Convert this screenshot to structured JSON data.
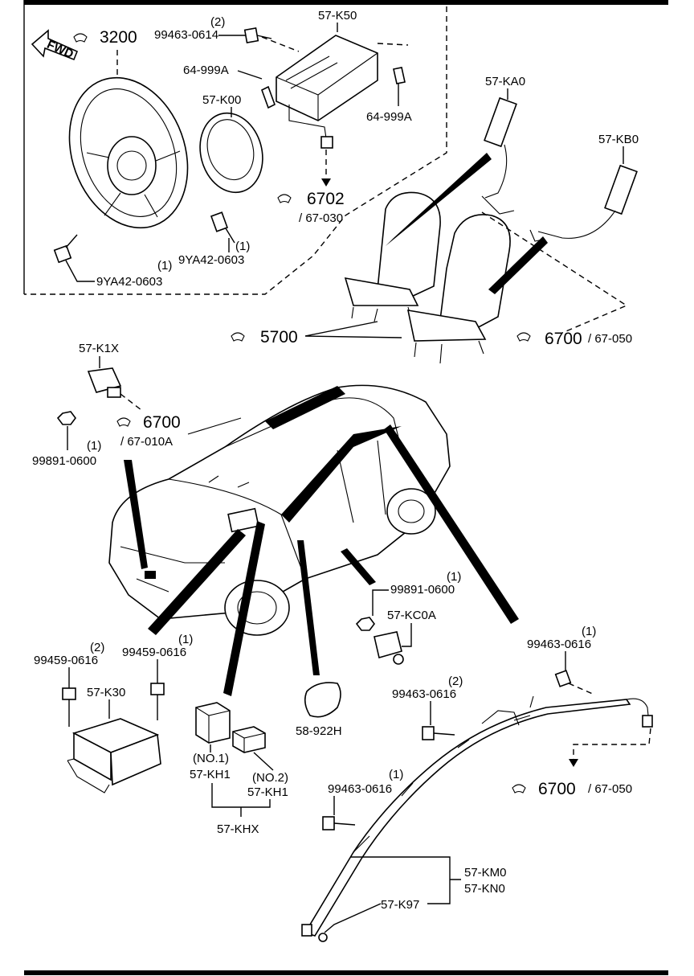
{
  "labels": {
    "ref_3200": "3200",
    "ref_6702": "6702",
    "ref_6702_sub": "/ 67-030",
    "ref_5700": "5700",
    "ref_6700_seat": "6700",
    "ref_6700_seat_sub": "/ 67-050",
    "ref_6700_sensor": "6700",
    "ref_6700_sensor_sub": "/ 67-010A",
    "ref_6700_curtain": "6700",
    "ref_6700_curtain_sub": "/ 67-050",
    "fwd": "FWD",
    "p_57K50": "57-K50",
    "p_99463_0614_qty": "(2)",
    "p_99463_0614": "99463-0614",
    "p_64999A_top": "64-999A",
    "p_64999A_right": "64-999A",
    "p_57K00": "57-K00",
    "p_9YA42_0603_r_qty": "(1)",
    "p_9YA42_0603_r": "9YA42-0603",
    "p_9YA42_0603_l_qty": "(1)",
    "p_9YA42_0603_l": "9YA42-0603",
    "p_57KA0": "57-KA0",
    "p_57KB0": "57-KB0",
    "p_57K1X": "57-K1X",
    "p_99891_0600_l_qty": "(1)",
    "p_99891_0600_l": "99891-0600",
    "p_99891_0600_r_qty": "(1)",
    "p_99891_0600_r": "99891-0600",
    "p_57KC0A": "57-KC0A",
    "p_99459_0616_a_qty": "(2)",
    "p_99459_0616_a": "99459-0616",
    "p_99459_0616_b_qty": "(1)",
    "p_99459_0616_b": "99459-0616",
    "p_57K30": "57-K30",
    "p_no1": "(NO.1)",
    "p_57KH1_a": "57-KH1",
    "p_no2": "(NO.2)",
    "p_57KH1_b": "57-KH1",
    "p_57KHX": "57-KHX",
    "p_58922H": "58-922H",
    "p_99463_0616_top_qty": "(1)",
    "p_99463_0616_top": "99463-0616",
    "p_99463_0616_mid_qty": "(2)",
    "p_99463_0616_mid": "99463-0616",
    "p_99463_0616_low_qty": "(1)",
    "p_99463_0616_low": "99463-0616",
    "p_57KM0": "57-KM0",
    "p_57KN0": "57-KN0",
    "p_57K97": "57-K97"
  }
}
